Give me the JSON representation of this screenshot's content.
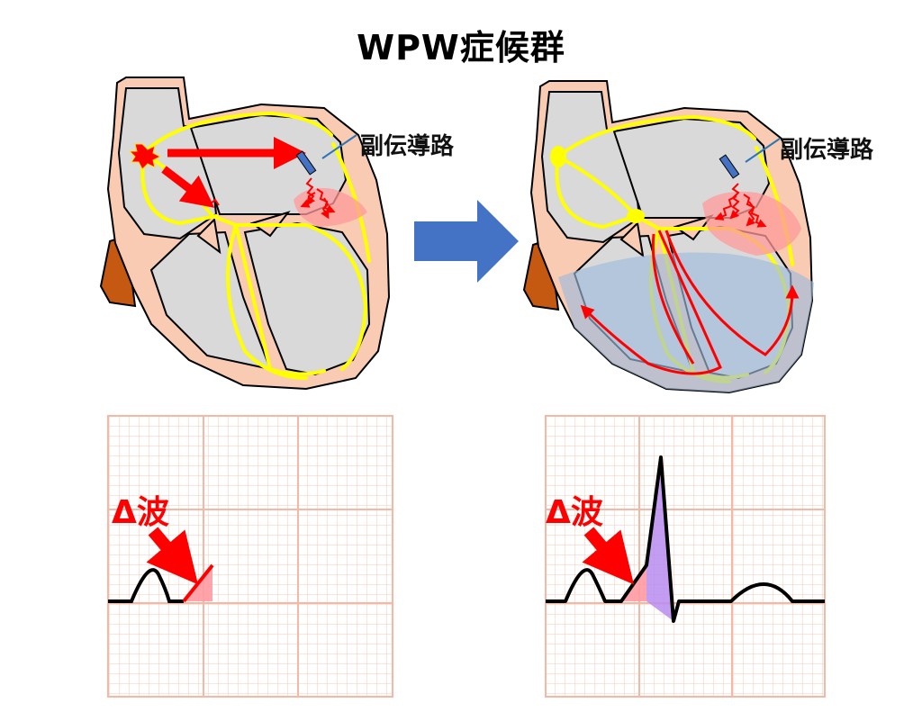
{
  "title": "WPW症候群",
  "left_panel": {
    "accessory_pathway_label": "副伝導路"
  },
  "right_panel": {
    "accessory_pathway_label": "副伝導路"
  },
  "ecg_left": {
    "delta_wave_label": "Δ波"
  },
  "ecg_right": {
    "delta_wave_label": "Δ波"
  },
  "colors": {
    "arrow_red": "#ff0000",
    "conduction_yellow": "#ffff00",
    "myocardium": "#f6c7b0",
    "chamber": "#d9d9d9",
    "grid": "#f4b8a4",
    "transition_arrow": "#4472c4",
    "delta_fill": "#ff9aa2",
    "qrs_fill": "#b78cf0",
    "depolarized_overlay": "#9ebcdc"
  }
}
